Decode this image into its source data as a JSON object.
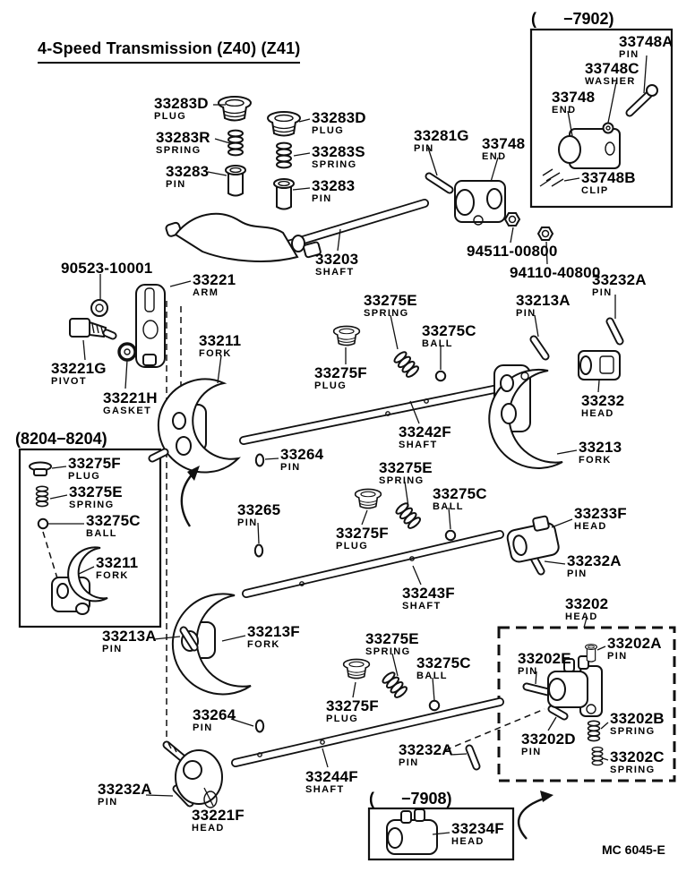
{
  "title": "4-Speed Transmission (Z40) (Z41)",
  "footer_code": "MC 6045-E",
  "captions": {
    "top_right_box": "(      −7902)",
    "left_box": "(8204−8204)",
    "bottom_box": "(      −7908)"
  },
  "labels": [
    {
      "number": "33283D",
      "name": "PLUG"
    },
    {
      "number": "33283R",
      "name": "SPRING"
    },
    {
      "number": "33283",
      "name": "PIN"
    },
    {
      "number": "33283D",
      "name": "PLUG"
    },
    {
      "number": "33283S",
      "name": "SPRING"
    },
    {
      "number": "33283",
      "name": "PIN"
    },
    {
      "number": "33281G",
      "name": "PIN"
    },
    {
      "number": "33748",
      "name": "END"
    },
    {
      "number": "33748A",
      "name": "PIN"
    },
    {
      "number": "33748C",
      "name": "WASHER"
    },
    {
      "number": "33748",
      "name": "END"
    },
    {
      "number": "33748B",
      "name": "CLIP"
    },
    {
      "number": "33203",
      "name": "SHAFT"
    },
    {
      "number": "94511-00800",
      "name": ""
    },
    {
      "number": "94110-40800",
      "name": ""
    },
    {
      "number": "90523-10001",
      "name": ""
    },
    {
      "number": "33221",
      "name": "ARM"
    },
    {
      "number": "33221G",
      "name": "PIVOT"
    },
    {
      "number": "33221H",
      "name": "GASKET"
    },
    {
      "number": "33211",
      "name": "FORK"
    },
    {
      "number": "33275E",
      "name": "SPRING"
    },
    {
      "number": "33275C",
      "name": "BALL"
    },
    {
      "number": "33275F",
      "name": "PLUG"
    },
    {
      "number": "33242F",
      "name": "SHAFT"
    },
    {
      "number": "33213A",
      "name": "PIN"
    },
    {
      "number": "33232A",
      "name": "PIN"
    },
    {
      "number": "33232",
      "name": "HEAD"
    },
    {
      "number": "33213",
      "name": "FORK"
    },
    {
      "number": "33264",
      "name": "PIN"
    },
    {
      "number": "33265",
      "name": "PIN"
    },
    {
      "number": "33275E",
      "name": "SPRING"
    },
    {
      "number": "33275C",
      "name": "BALL"
    },
    {
      "number": "33275F",
      "name": "PLUG"
    },
    {
      "number": "33243F",
      "name": "SHAFT"
    },
    {
      "number": "33275F",
      "name": "PLUG"
    },
    {
      "number": "33275E",
      "name": "SPRING"
    },
    {
      "number": "33275C",
      "name": "BALL"
    },
    {
      "number": "33211",
      "name": "FORK"
    },
    {
      "number": "33233F",
      "name": "HEAD"
    },
    {
      "number": "33232A",
      "name": "PIN"
    },
    {
      "number": "33202",
      "name": "HEAD"
    },
    {
      "number": "33202A",
      "name": "PIN"
    },
    {
      "number": "33202E",
      "name": "PIN"
    },
    {
      "number": "33202B",
      "name": "SPRING"
    },
    {
      "number": "33202D",
      "name": "PIN"
    },
    {
      "number": "33202C",
      "name": "SPRING"
    },
    {
      "number": "33213F",
      "name": "FORK"
    },
    {
      "number": "33213A",
      "name": "PIN"
    },
    {
      "number": "33275E",
      "name": "SPRING"
    },
    {
      "number": "33275C",
      "name": "BALL"
    },
    {
      "number": "33275F",
      "name": "PLUG"
    },
    {
      "number": "33264",
      "name": "PIN"
    },
    {
      "number": "33232A",
      "name": "PIN"
    },
    {
      "number": "33244F",
      "name": "SHAFT"
    },
    {
      "number": "33232A",
      "name": "PIN"
    },
    {
      "number": "33221F",
      "name": "HEAD"
    },
    {
      "number": "33234F",
      "name": "HEAD"
    }
  ]
}
